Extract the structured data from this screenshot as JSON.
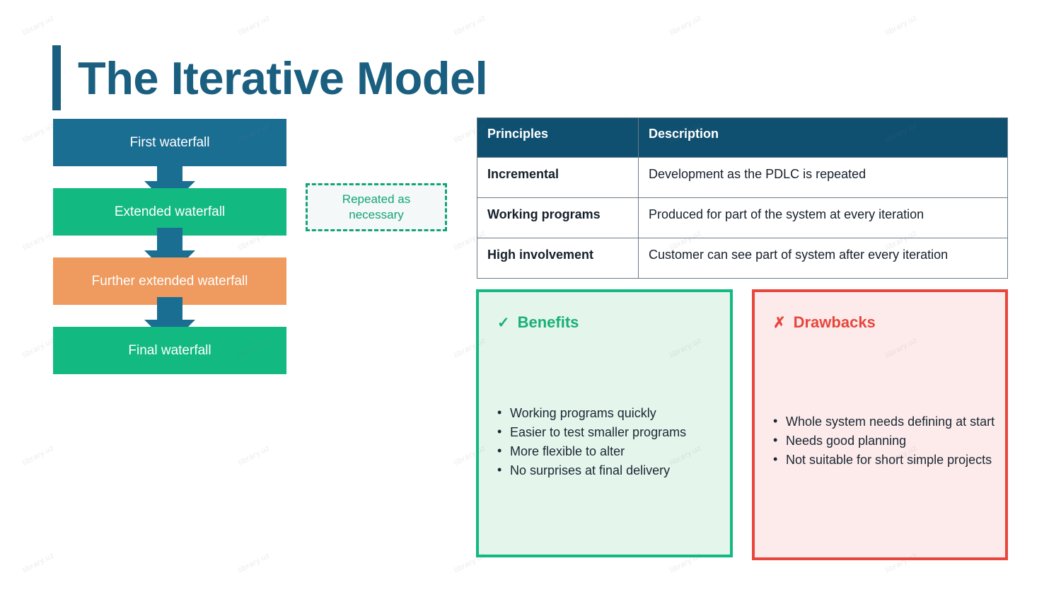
{
  "page": {
    "title": "The Iterative Model",
    "accent_color": "#1a5f80",
    "watermark_text": "library.uz"
  },
  "flow": {
    "name": "iterative-waterfall-flow",
    "steps": [
      {
        "label": "First waterfall",
        "color": "#1a6e92"
      },
      {
        "label": "Extended waterfall",
        "color": "#12b981"
      },
      {
        "label": "Further extended waterfall",
        "color": "#ef9a5e"
      },
      {
        "label": "Final waterfall",
        "color": "#12b981"
      }
    ],
    "arrow_color": "#1a6e92",
    "note": {
      "line1": "Repeated as",
      "line2": "necessary",
      "color": "#13a477"
    }
  },
  "principles_table": {
    "header_color": "#0f4f70",
    "columns": [
      "Principles",
      "Description"
    ],
    "rows": [
      {
        "principle": "Incremental",
        "description": "Development as the PDLC is repeated"
      },
      {
        "principle": "Working programs",
        "description": "Produced for part of the system at every iteration"
      },
      {
        "principle": "High involvement",
        "description": "Customer can see part of system after every iteration"
      }
    ]
  },
  "benefits": {
    "icon": "check-mark-icon",
    "mark": "✓",
    "heading": "Benefits",
    "border_color": "#12b981",
    "background_color": "#e4f5ec",
    "items": [
      "Working programs quickly",
      "Easier to test smaller programs",
      "More flexible to alter",
      "No surprises at final delivery"
    ]
  },
  "drawbacks": {
    "icon": "cross-mark-icon",
    "mark": "✗",
    "heading": "Drawbacks",
    "border_color": "#e8453c",
    "background_color": "#fdebeb",
    "items": [
      "Whole system needs defining at start",
      "Needs good planning",
      "Not suitable for short simple projects"
    ]
  }
}
